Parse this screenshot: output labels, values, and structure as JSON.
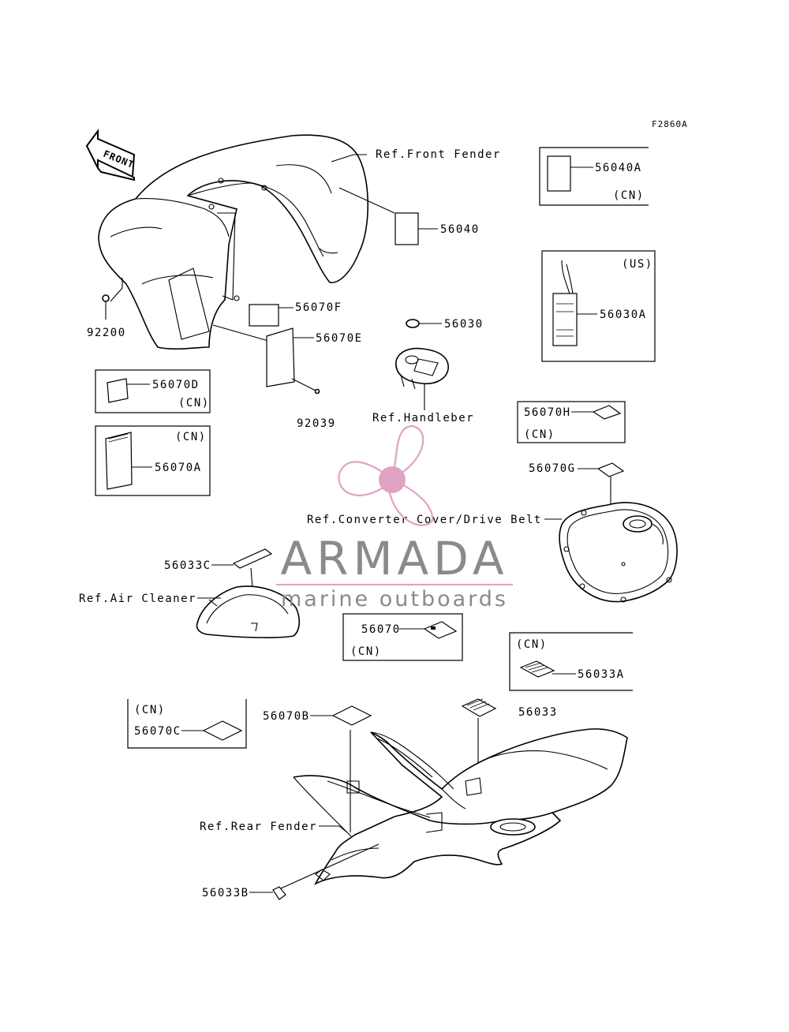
{
  "figure_code": "F2860A",
  "front_label": "FRONT",
  "callouts": [
    {
      "id": "ref-front-fender",
      "text": "Ref.Front Fender"
    },
    {
      "id": "p56040",
      "text": "56040"
    },
    {
      "id": "p56070F",
      "text": "56070F"
    },
    {
      "id": "p56070E",
      "text": "56070E"
    },
    {
      "id": "p92200",
      "text": "92200"
    },
    {
      "id": "p92039",
      "text": "92039"
    },
    {
      "id": "p56030",
      "text": "56030"
    },
    {
      "id": "ref-handleber",
      "text": "Ref.Handleber"
    },
    {
      "id": "p56070G",
      "text": "56070G"
    },
    {
      "id": "ref-converter",
      "text": "Ref.Converter Cover/Drive Belt"
    },
    {
      "id": "p56033C",
      "text": "56033C"
    },
    {
      "id": "ref-air-cleaner",
      "text": "Ref.Air Cleaner"
    },
    {
      "id": "p56070B",
      "text": "56070B"
    },
    {
      "id": "p56033",
      "text": "56033"
    },
    {
      "id": "ref-rear-fender",
      "text": "Ref.Rear Fender"
    },
    {
      "id": "p56033B",
      "text": "56033B"
    }
  ],
  "inset_boxes": [
    {
      "id": "box-56040A",
      "part": "56040A",
      "note": "(CN)"
    },
    {
      "id": "box-56030A",
      "part": "56030A",
      "note": "(US)"
    },
    {
      "id": "box-56070D",
      "part": "56070D",
      "note": "(CN)"
    },
    {
      "id": "box-56070A",
      "part": "56070A",
      "note": "(CN)"
    },
    {
      "id": "box-56070H",
      "part": "56070H",
      "note": "(CN)"
    },
    {
      "id": "box-56070",
      "part": "56070",
      "note": "(CN)"
    },
    {
      "id": "box-56033A",
      "part": "56033A",
      "note": "(CN)"
    },
    {
      "id": "box-56070C",
      "part": "56070C",
      "note": "(CN)"
    }
  ],
  "watermark": {
    "name": "ARMADA",
    "tagline": "marine outboards",
    "color_text": "#8a8a8a",
    "color_accent": "#e0a3c4"
  }
}
